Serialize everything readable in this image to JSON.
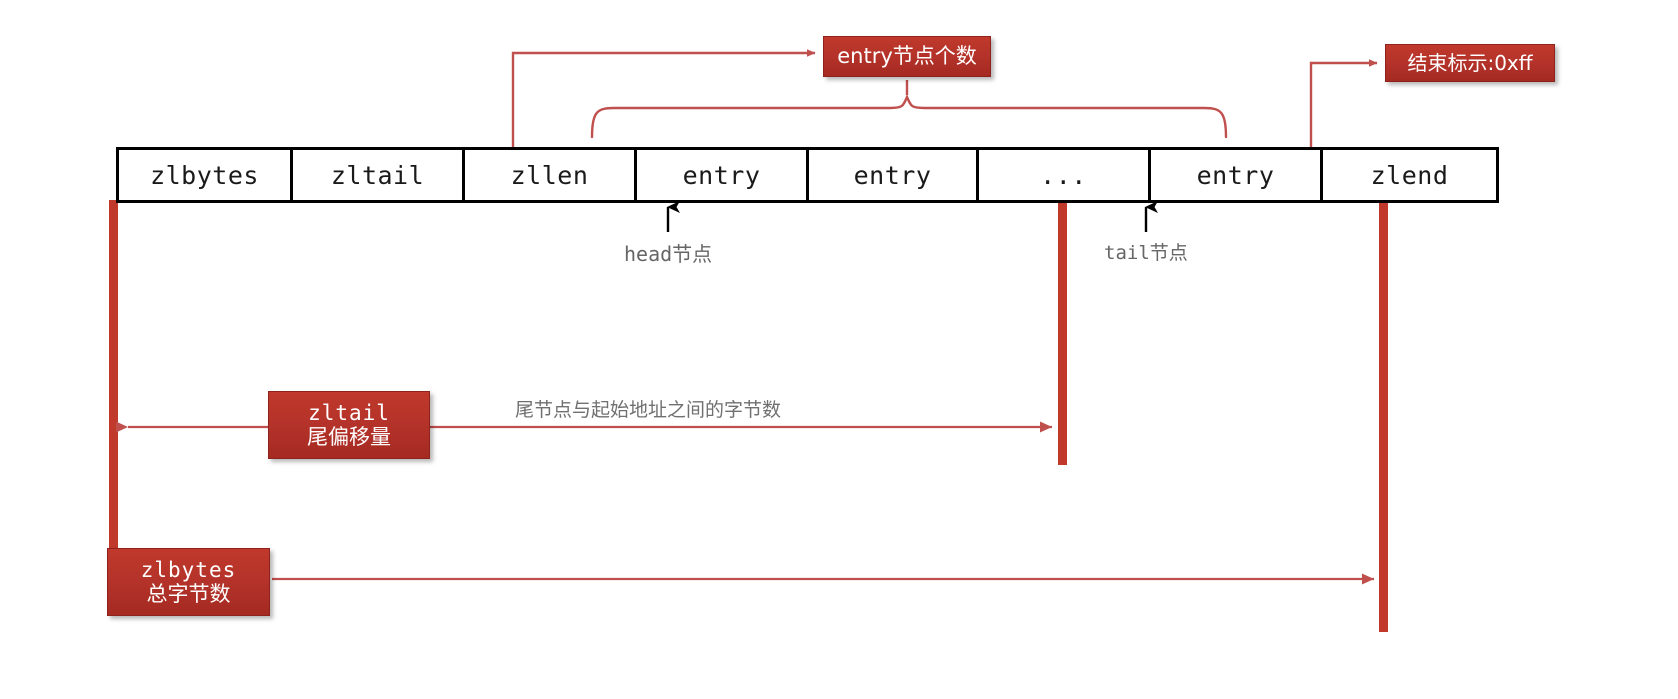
{
  "diagram": {
    "title": "ziplist structure",
    "colors": {
      "accent_red": "#bf3a2b",
      "callout_red_top": "#c0392b",
      "callout_red_bottom": "#a52a22",
      "line_red": "#c0504d",
      "outline_black": "#000000",
      "annotation_gray": "#666666",
      "background": "#ffffff"
    }
  },
  "ziplist": {
    "cells": [
      {
        "label": "zlbytes",
        "name": "cell-zlbytes"
      },
      {
        "label": "zltail",
        "name": "cell-zltail"
      },
      {
        "label": "zllen",
        "name": "cell-zllen"
      },
      {
        "label": "entry",
        "name": "cell-entry-head"
      },
      {
        "label": "entry",
        "name": "cell-entry-2"
      },
      {
        "label": "...",
        "name": "cell-ellipsis"
      },
      {
        "label": "entry",
        "name": "cell-entry-tail"
      },
      {
        "label": "zlend",
        "name": "cell-zlend"
      }
    ]
  },
  "callouts": {
    "entry_count": "entry节点个数",
    "zlend_marker": "结束标示:0xff",
    "zltail": {
      "line1": "zltail",
      "line2": "尾偏移量"
    },
    "zlbytes": {
      "line1": "zlbytes",
      "line2": "总字节数"
    }
  },
  "annotations": {
    "head_node": "head节点",
    "tail_node": "tail节点",
    "bytes_between": "尾节点与起始地址之间的字节数"
  }
}
